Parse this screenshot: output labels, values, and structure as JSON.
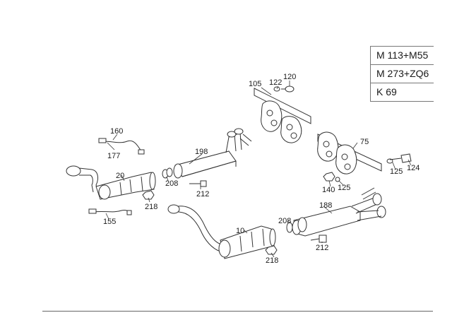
{
  "model_codes": [
    "M 113+M55",
    "M 273+ZQ6",
    "K 69"
  ],
  "part_numbers": {
    "p105": "105",
    "p122": "122",
    "p120": "120",
    "p160": "160",
    "p177": "177",
    "p198": "198",
    "p75": "75",
    "p20": "20",
    "p208a": "208",
    "p212a": "212",
    "p218a": "218",
    "p155": "155",
    "p125a": "125",
    "p124": "124",
    "p140": "140",
    "p125b": "125",
    "p188": "188",
    "p208b": "208",
    "p10": "10",
    "p212b": "212",
    "p218b": "218"
  }
}
